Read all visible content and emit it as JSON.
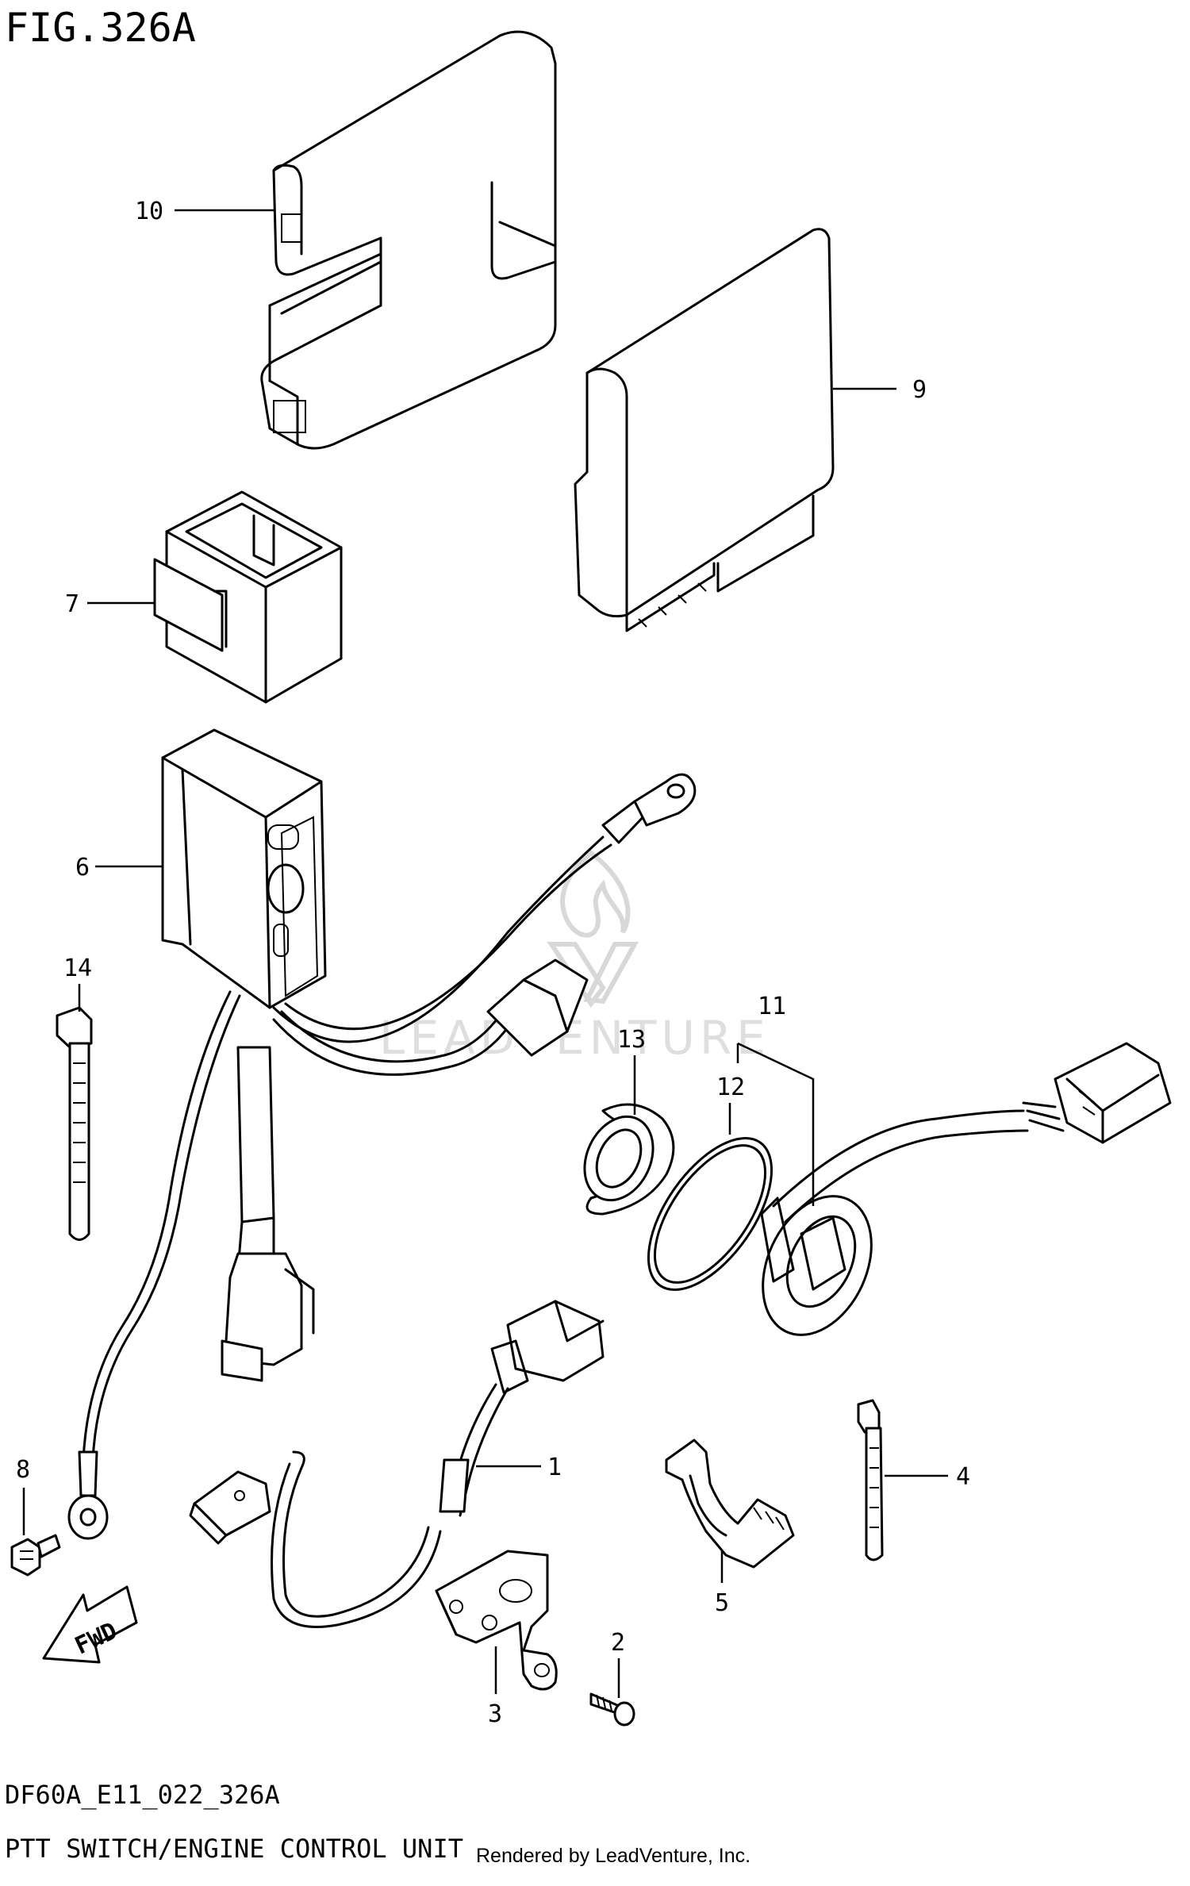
{
  "figure": {
    "title": "FIG.326A",
    "code": "DF60A_E11_022_326A",
    "caption": "PTT SWITCH/ENGINE CONTROL UNIT",
    "credit": "Rendered by LeadVenture, Inc.",
    "watermark": "LEADVENTURE"
  },
  "direction_arrow": {
    "label": "FWD"
  },
  "callouts": [
    {
      "id": "1",
      "label": "1"
    },
    {
      "id": "2",
      "label": "2"
    },
    {
      "id": "3",
      "label": "3"
    },
    {
      "id": "4",
      "label": "4"
    },
    {
      "id": "5",
      "label": "5"
    },
    {
      "id": "6",
      "label": "6"
    },
    {
      "id": "7",
      "label": "7"
    },
    {
      "id": "8",
      "label": "8"
    },
    {
      "id": "9",
      "label": "9"
    },
    {
      "id": "10",
      "label": "10"
    },
    {
      "id": "11",
      "label": "11"
    },
    {
      "id": "12",
      "label": "12"
    },
    {
      "id": "13",
      "label": "13"
    },
    {
      "id": "14",
      "label": "14"
    }
  ]
}
